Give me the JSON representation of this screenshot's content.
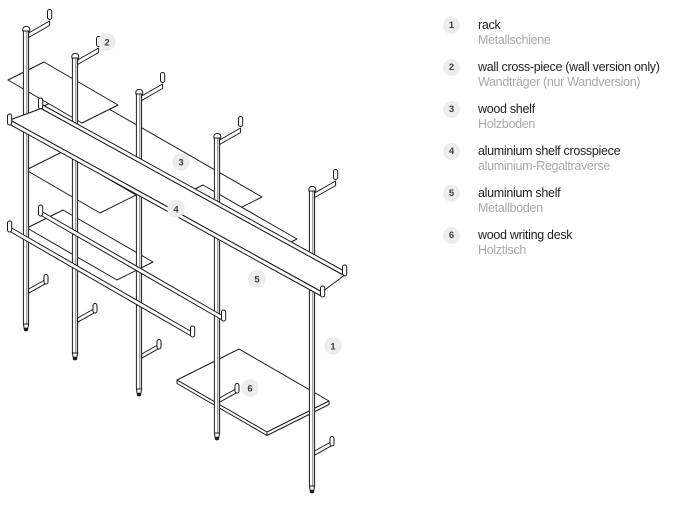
{
  "diagram": {
    "description": "isometric line drawing of modular wall shelving unit",
    "callouts": [
      {
        "num": "1"
      },
      {
        "num": "2"
      },
      {
        "num": "3"
      },
      {
        "num": "4"
      },
      {
        "num": "5"
      },
      {
        "num": "6"
      }
    ]
  },
  "legend": {
    "items": [
      {
        "num": "1",
        "en": "rack",
        "de": "Metallschiene"
      },
      {
        "num": "2",
        "en": "wall cross-piece (wall version only)",
        "de": "Wandträger (nur Wandversion)"
      },
      {
        "num": "3",
        "en": "wood shelf",
        "de": "Holzboden"
      },
      {
        "num": "4",
        "en": "aluminium shelf crosspiece",
        "de": "aluminium-Regaltraverse"
      },
      {
        "num": "5",
        "en": "aluminium shelf",
        "de": "Metallboden"
      },
      {
        "num": "6",
        "en": "wood writing desk",
        "de": "Holztisch"
      }
    ]
  },
  "colors": {
    "line": "#1b1b1b",
    "badge_bg": "#ededee",
    "badge_text": "#3f3f3f",
    "text_primary": "#1f1f1f",
    "text_secondary": "#a7a9ac"
  }
}
